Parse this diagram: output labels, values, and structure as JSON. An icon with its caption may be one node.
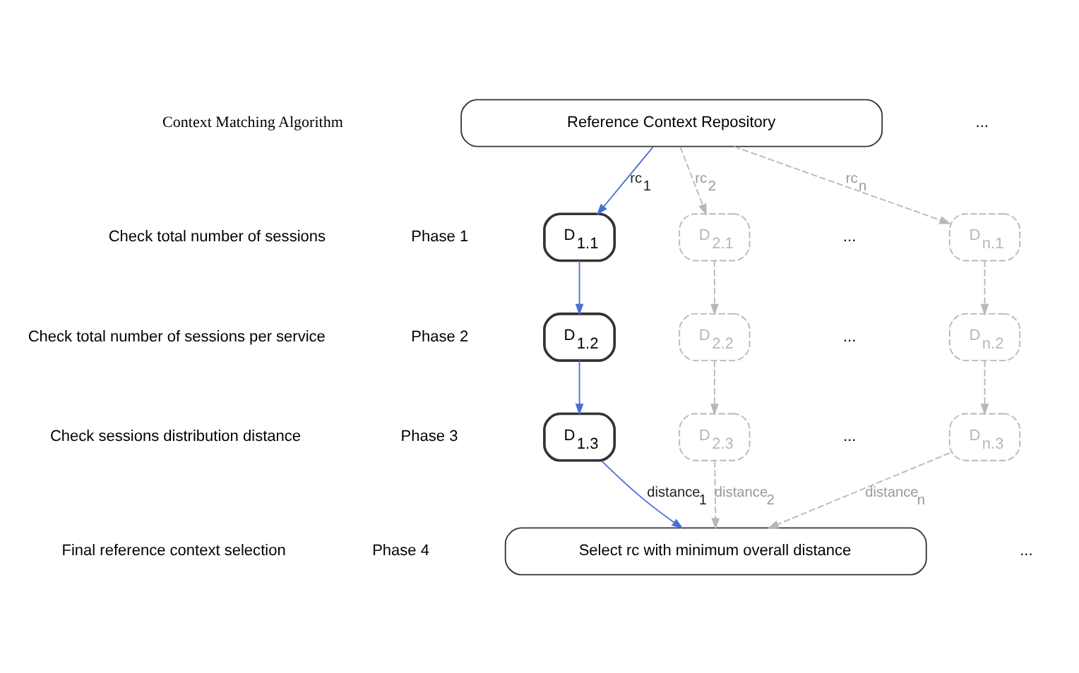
{
  "diagram": {
    "nodes": [
      {
        "text": [
          "Reference Context Repository"
        ]
      },
      {
        "text": [
          "D$_{1.1}$"
        ]
      },
      {
        "text": [
          "D$_{2.1}$"
        ]
      },
      {
        "text": [
          "D$_{n.1}$"
        ]
      },
      {
        "text": [
          "D$_{1.2}$"
        ]
      },
      {
        "text": [
          "D$_{2.2}$"
        ]
      },
      {
        "text": [
          "D$_{n.2}$"
        ]
      },
      {
        "text": [
          "D$_{1.3}$"
        ]
      },
      {
        "text": [
          "D$_{2.3}$"
        ]
      },
      {
        "text": [
          "D$_{n.3}$"
        ]
      },
      {
        "text": [
          "Select rc with minimum overall distance"
        ]
      }
    ],
    "edges": [
      {
        "from": 0,
        "to": 1,
        "arrow": "to",
        "label": "rc$_{1}$",
        "color": "#4a6fd8"
      },
      {
        "from": 0,
        "to": 2,
        "arrow": "to",
        "label": "rc$_{2}$",
        "style": "dashed"
      },
      {
        "from": 0,
        "to": 3,
        "arrow": "to",
        "label": "rc$_{n}$",
        "style": "dashed"
      },
      {
        "from": 1,
        "to": 4,
        "arrow": "to",
        "color": "#4a6fd8"
      },
      {
        "from": 2,
        "to": 5,
        "arrow": "to",
        "style": "dashed"
      },
      {
        "from": 3,
        "to": 6,
        "arrow": "to",
        "style": "dashed"
      },
      {
        "from": 4,
        "to": 7,
        "arrow": "to",
        "color": "#4a6fd8"
      },
      {
        "from": 5,
        "to": 8,
        "arrow": "to",
        "style": "dashed"
      },
      {
        "from": 6,
        "to": 9,
        "arrow": "to",
        "style": "dashed"
      },
      {
        "from": 7,
        "to": 10,
        "arrow": "to",
        "label": "distance$_{1}$",
        "color": "#4a6fd8"
      },
      {
        "from": 8,
        "to": 10,
        "arrow": "to",
        "label": "distance$_{2}$",
        "style": "dashed"
      },
      {
        "from": 9,
        "to": 10,
        "arrow": "to",
        "label": "distance$_{n}$",
        "style": "dashed"
      }
    ],
    "labels": [
      "Context Matching Algorithm",
      "Check total number of sessions",
      "Phase 1",
      "Check total number of sessions per service",
      "Phase 2",
      "Check sessions distribution distance",
      "Phase 3",
      "Final reference context selection",
      "Phase 4",
      "...",
      "...",
      "...",
      "...",
      "..."
    ]
  }
}
